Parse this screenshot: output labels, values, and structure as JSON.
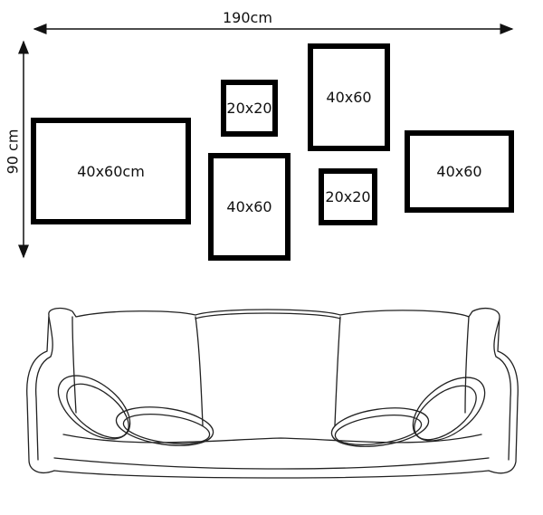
{
  "dimensions": {
    "width_label": "190cm",
    "height_label": "90 cm"
  },
  "frames": [
    {
      "label": "40x60cm"
    },
    {
      "label": "20x20"
    },
    {
      "label": "40x60"
    },
    {
      "label": "40x60"
    },
    {
      "label": "20x20"
    },
    {
      "label": "40x60"
    }
  ],
  "colors": {
    "frame": "#000000",
    "line": "#111111",
    "background": "#ffffff"
  }
}
